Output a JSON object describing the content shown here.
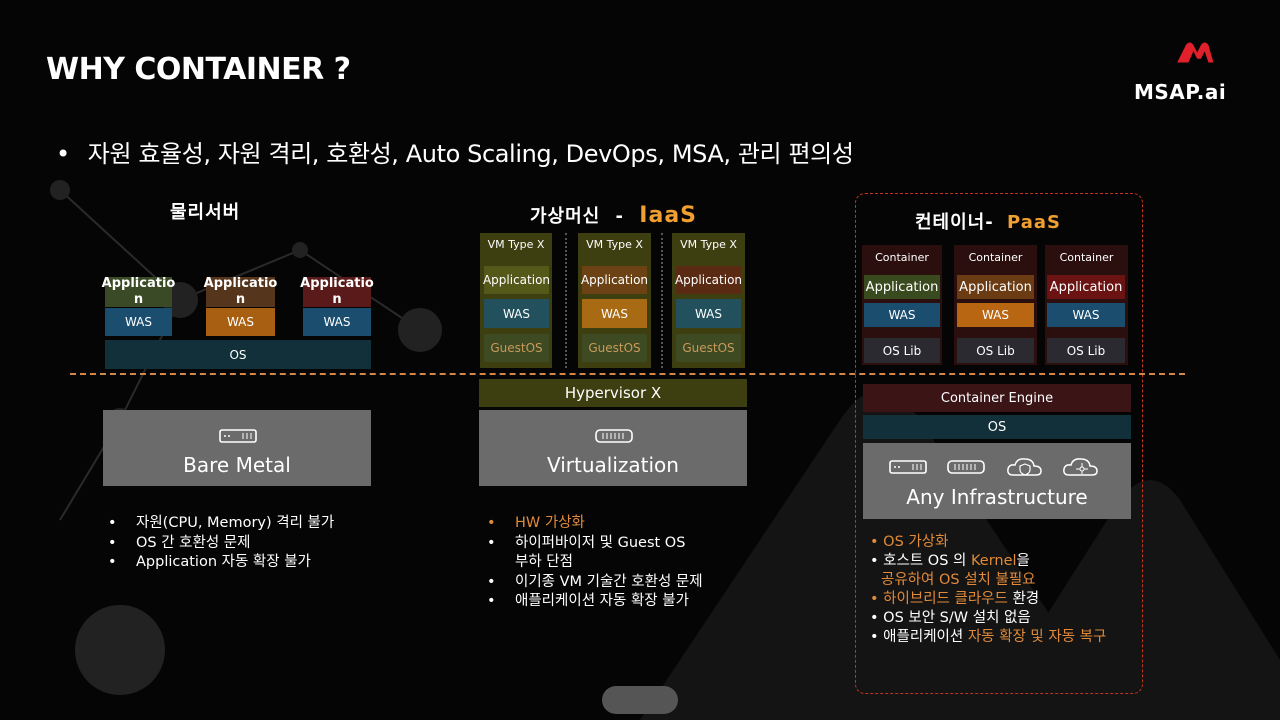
{
  "title": "WHY CONTAINER ?",
  "logo": "MSAP.ai",
  "subtitle": "자원 효율성, 자원 격리, 호환성, Auto Scaling, DevOps, MSA, 관리 편의성",
  "colors": {
    "orange": "#f0a030",
    "red": "#c2331f",
    "dash_line": "#d4874a"
  },
  "physical": {
    "title": "물리서버",
    "apps": [
      {
        "label": "Applicatio n",
        "color": "#3a4a26"
      },
      {
        "label": "Applicatio n",
        "color": "#56351d"
      },
      {
        "label": "Applicatio n",
        "color": "#5a1a1a"
      }
    ],
    "was": [
      {
        "label": "WAS",
        "color": "#1a4d6e"
      },
      {
        "label": "WAS",
        "color": "#a85f12"
      },
      {
        "label": "WAS",
        "color": "#1a4d6e"
      }
    ],
    "os": "OS",
    "hardware": "Bare Metal",
    "notes": [
      "자원(CPU, Memory) 격리 불가",
      "OS 간 호환성 문제",
      "Application 자동 확장 불가"
    ]
  },
  "vm": {
    "title": "가상머신",
    "title_sep": "-",
    "title_accent": "IaaS",
    "vm_types": [
      "VM Type X",
      "VM Type X",
      "VM Type X"
    ],
    "apps": [
      "Application",
      "Application",
      "Application"
    ],
    "was": [
      "WAS",
      "WAS",
      "WAS"
    ],
    "guest_os": [
      "GuestOS",
      "GuestOS",
      "GuestOS"
    ],
    "hypervisor": "Hypervisor X",
    "hardware": "Virtualization",
    "notes": [
      {
        "text": "HW 가상화",
        "accent": true
      },
      {
        "text": "하이퍼바이저 및 Guest OS",
        "accent": false
      },
      {
        "text": "부하 단점",
        "accent": false,
        "continuation": true
      },
      {
        "text": "이기종 VM 기술간 호환성 문제",
        "accent": false
      },
      {
        "text": "애플리케이션 자동 확장 불가",
        "accent": false
      }
    ]
  },
  "container": {
    "title": "컨테이너",
    "title_sep": "-",
    "title_accent": "PaaS",
    "containers": [
      "Container",
      "Container",
      "Container"
    ],
    "apps": [
      "Application",
      "Application",
      "Application"
    ],
    "was": [
      "WAS",
      "WAS",
      "WAS"
    ],
    "oslib": [
      "OS Lib",
      "OS Lib",
      "OS Lib"
    ],
    "engine": "Container Engine",
    "os": "OS",
    "hardware": "Any Infrastructure",
    "notes": [
      {
        "parts": [
          {
            "t": "OS 가상화",
            "accent": true
          }
        ]
      },
      {
        "parts": [
          {
            "t": "호스트 OS 의 ",
            "accent": false
          },
          {
            "t": "Kernel",
            "accent": true
          },
          {
            "t": "을",
            "accent": false
          }
        ]
      },
      {
        "parts": [
          {
            "t": "공유하여 OS 설치 불필요",
            "accent": true
          }
        ],
        "continuation": true
      },
      {
        "parts": [
          {
            "t": "하이브리드 클라우드 ",
            "accent": true
          },
          {
            "t": "환경",
            "accent": false
          }
        ]
      },
      {
        "parts": [
          {
            "t": "OS 보안 S/W 설치 없음",
            "accent": false
          }
        ]
      },
      {
        "parts": [
          {
            "t": "애플리케이션 ",
            "accent": false
          },
          {
            "t": "자동 확장 및 자동 복구",
            "accent": true
          }
        ]
      }
    ]
  }
}
